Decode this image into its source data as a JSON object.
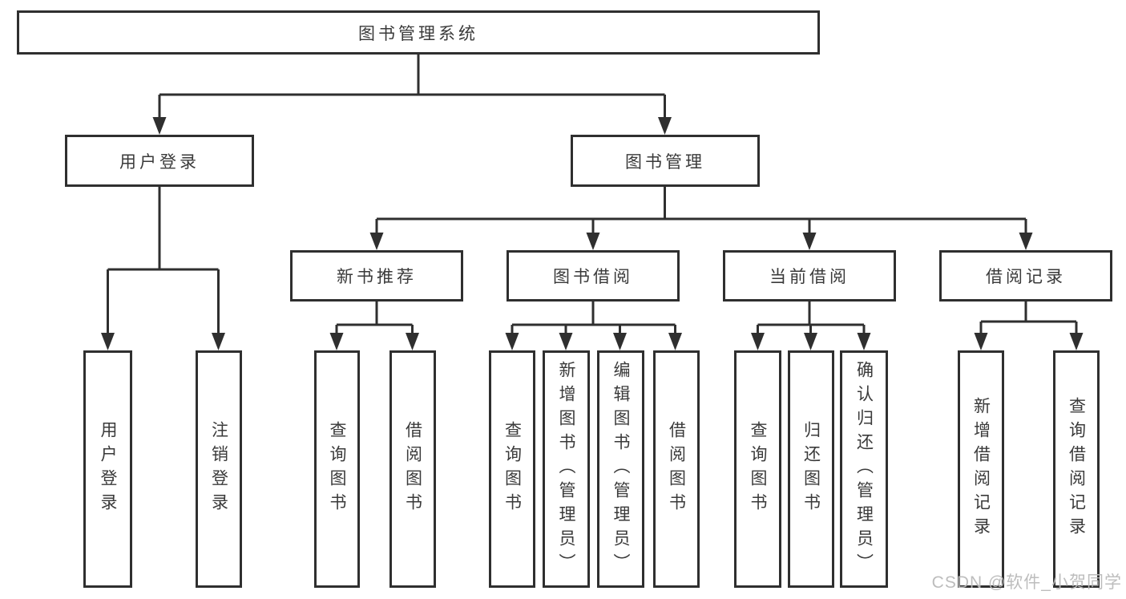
{
  "diagram": {
    "root": {
      "label": "图书管理系统"
    },
    "branches": [
      {
        "label": "用户登录",
        "children": [
          "用户登录",
          "注销登录"
        ]
      },
      {
        "label": "图书管理",
        "modules": [
          {
            "label": "新书推荐",
            "children": [
              "查询图书",
              "借阅图书"
            ]
          },
          {
            "label": "图书借阅",
            "children": [
              "查询图书",
              "新增图书（管理员）",
              "编辑图书（管理员）",
              "借阅图书"
            ]
          },
          {
            "label": "当前借阅",
            "children": [
              "查询图书",
              "归还图书",
              "确认归还（管理员）"
            ]
          },
          {
            "label": "借阅记录",
            "children": [
              "新增借阅记录",
              "查询借阅记录"
            ]
          }
        ]
      }
    ],
    "line_color": "#2f2f2f",
    "text_color": "#3a3a3a",
    "background_color": "#ffffff"
  },
  "watermark": {
    "text": "CSDN @软件_小贺同学"
  }
}
